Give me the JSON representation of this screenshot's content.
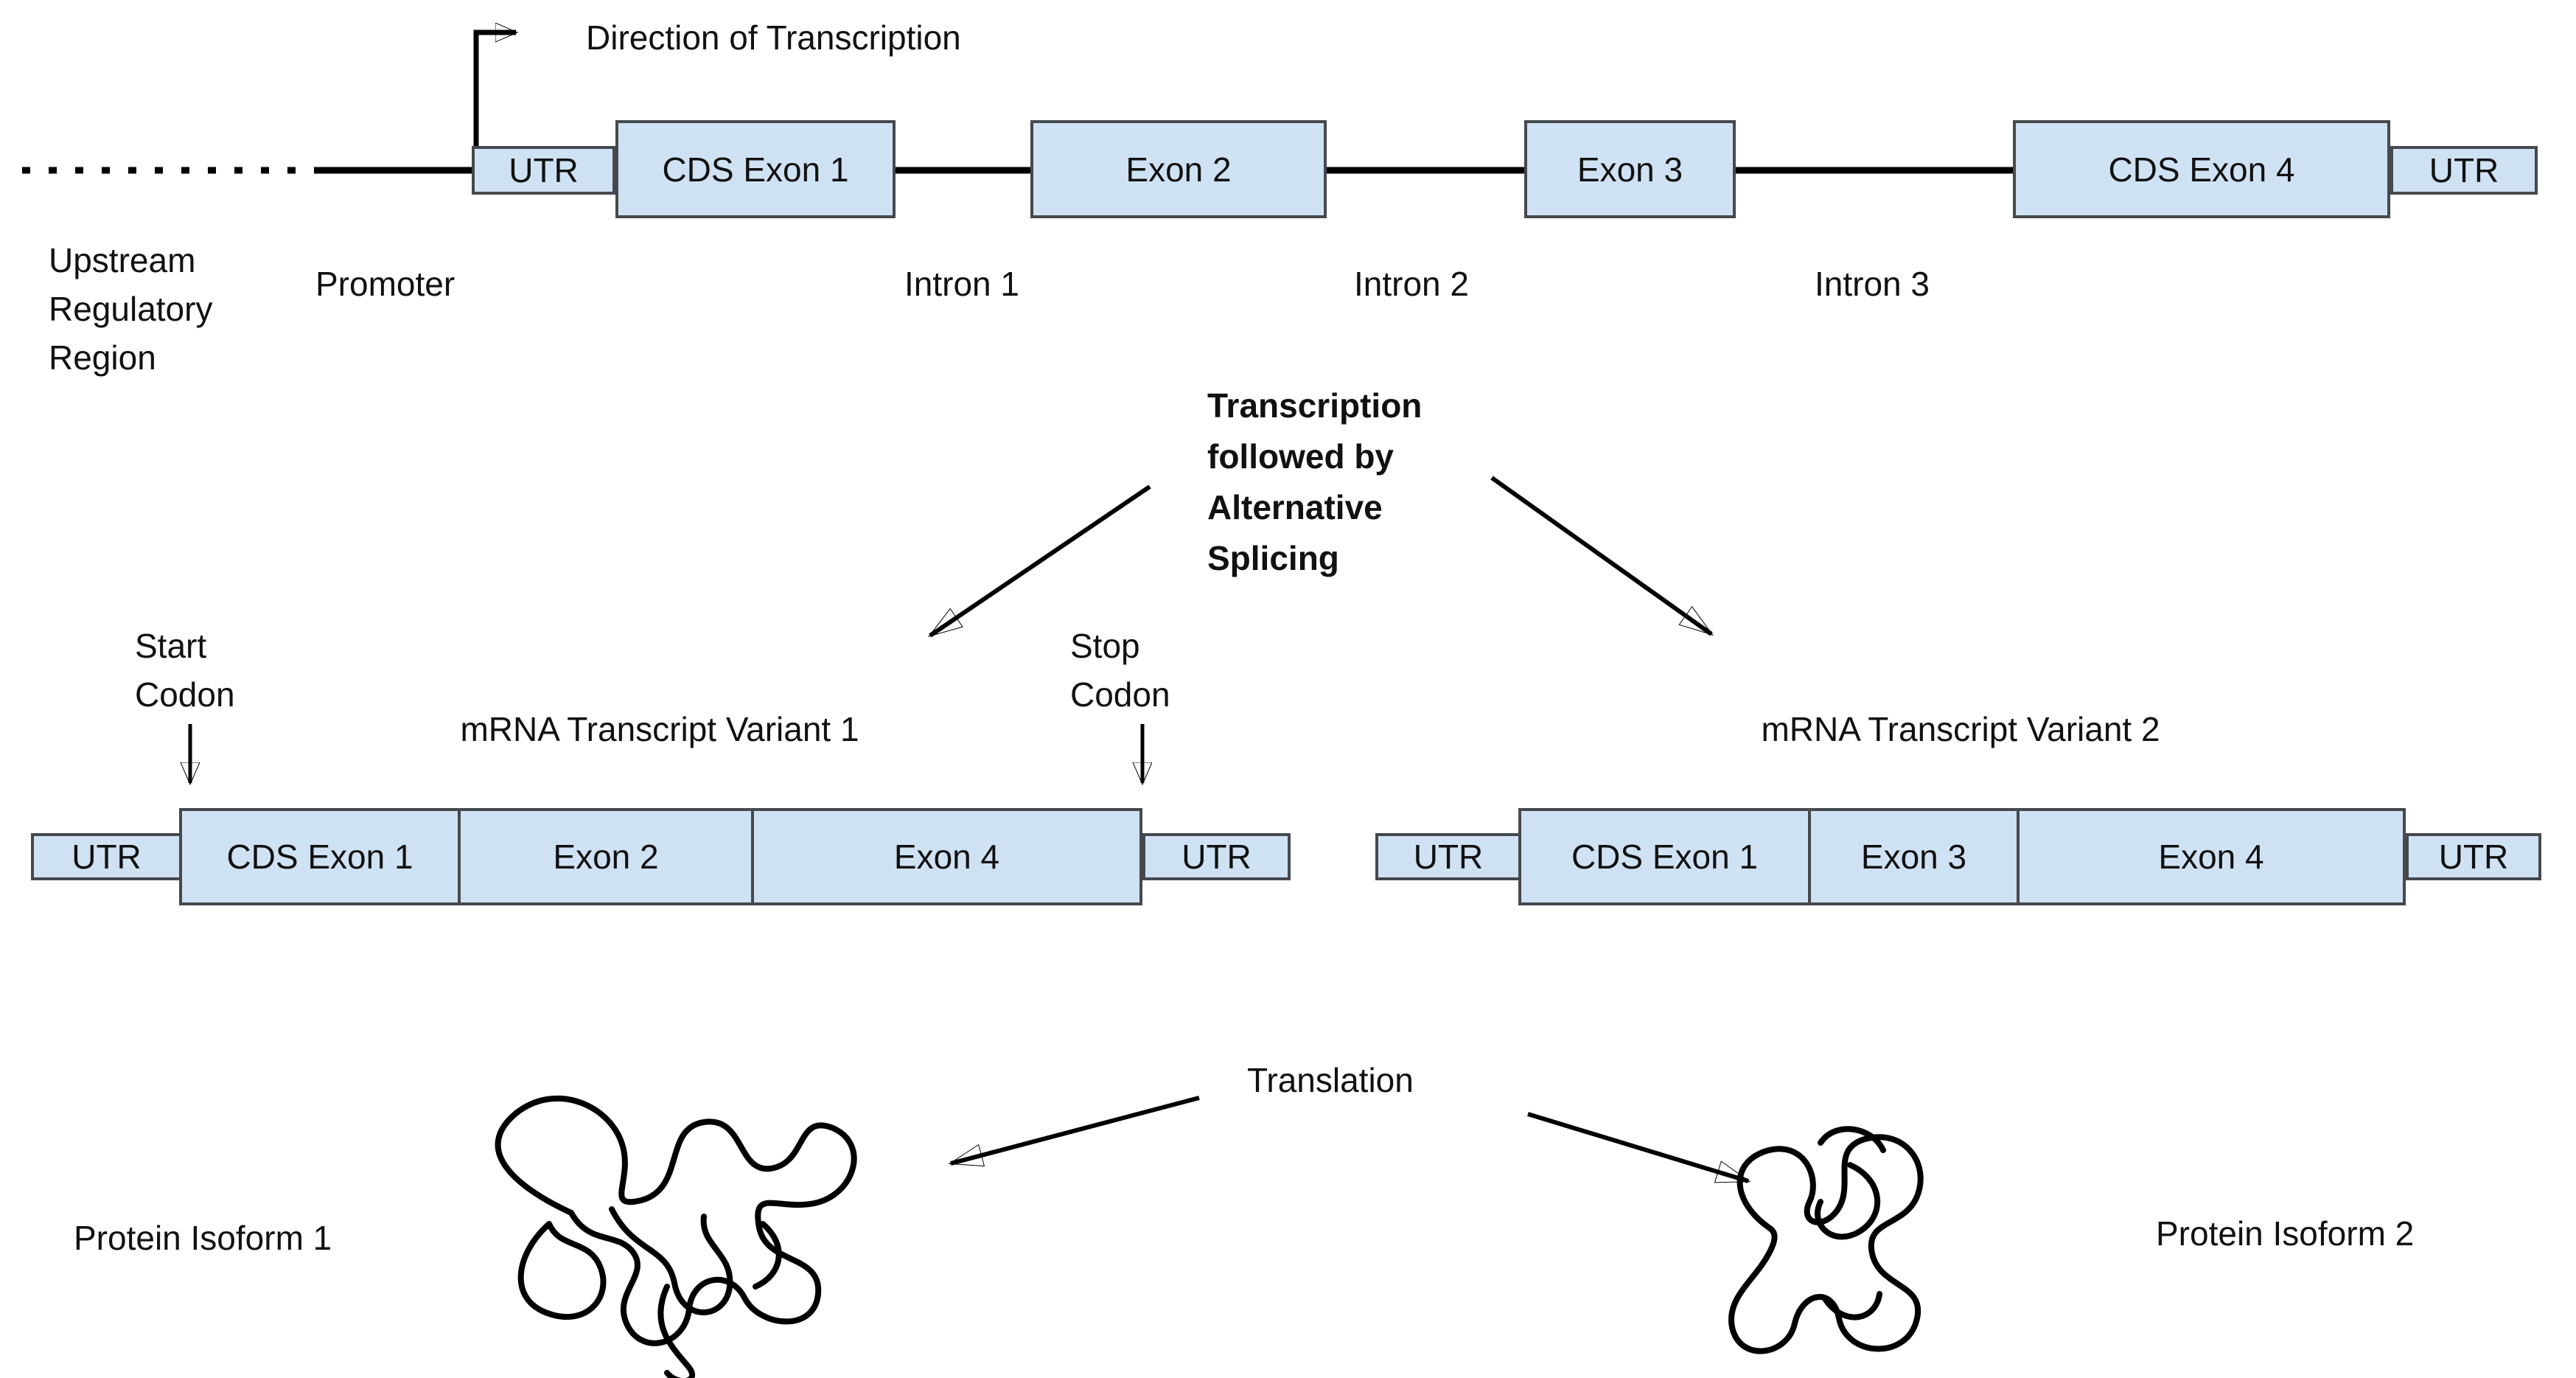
{
  "colors": {
    "box_fill": "#cfe2f3",
    "box_border": "#45494e",
    "line": "#000000"
  },
  "top": {
    "direction_label": "Direction of Transcription",
    "upstream_label": "Upstream\nRegulatory\nRegion",
    "promoter_label": "Promoter",
    "gene_segments": [
      {
        "label": "UTR",
        "type": "utr"
      },
      {
        "label": "CDS Exon 1",
        "type": "exon"
      },
      {
        "label": "Exon 2",
        "type": "exon"
      },
      {
        "label": "Exon 3",
        "type": "exon"
      },
      {
        "label": "CDS Exon 4",
        "type": "exon"
      },
      {
        "label": "UTR",
        "type": "utr"
      }
    ],
    "intron_labels": [
      "Intron 1",
      "Intron 2",
      "Intron 3"
    ]
  },
  "process": {
    "splicing_label": "Transcription\nfollowed by\nAlternative\nSplicing",
    "translation_label": "Translation"
  },
  "variant1": {
    "title": "mRNA Transcript Variant 1",
    "start_codon_label": "Start\nCodon",
    "stop_codon_label": "Stop\nCodon",
    "segments": [
      {
        "label": "UTR",
        "type": "utr"
      },
      {
        "label": "CDS Exon 1",
        "type": "exon"
      },
      {
        "label": "Exon 2",
        "type": "exon"
      },
      {
        "label": "Exon 4",
        "type": "exon"
      },
      {
        "label": "UTR",
        "type": "utr"
      }
    ]
  },
  "variant2": {
    "title": "mRNA Transcript Variant 2",
    "segments": [
      {
        "label": "UTR",
        "type": "utr"
      },
      {
        "label": "CDS Exon 1",
        "type": "exon"
      },
      {
        "label": "Exon 3",
        "type": "exon"
      },
      {
        "label": "Exon 4",
        "type": "exon"
      },
      {
        "label": "UTR",
        "type": "utr"
      }
    ]
  },
  "proteins": {
    "isoform1_label": "Protein Isoform 1",
    "isoform2_label": "Protein Isoform 2"
  }
}
